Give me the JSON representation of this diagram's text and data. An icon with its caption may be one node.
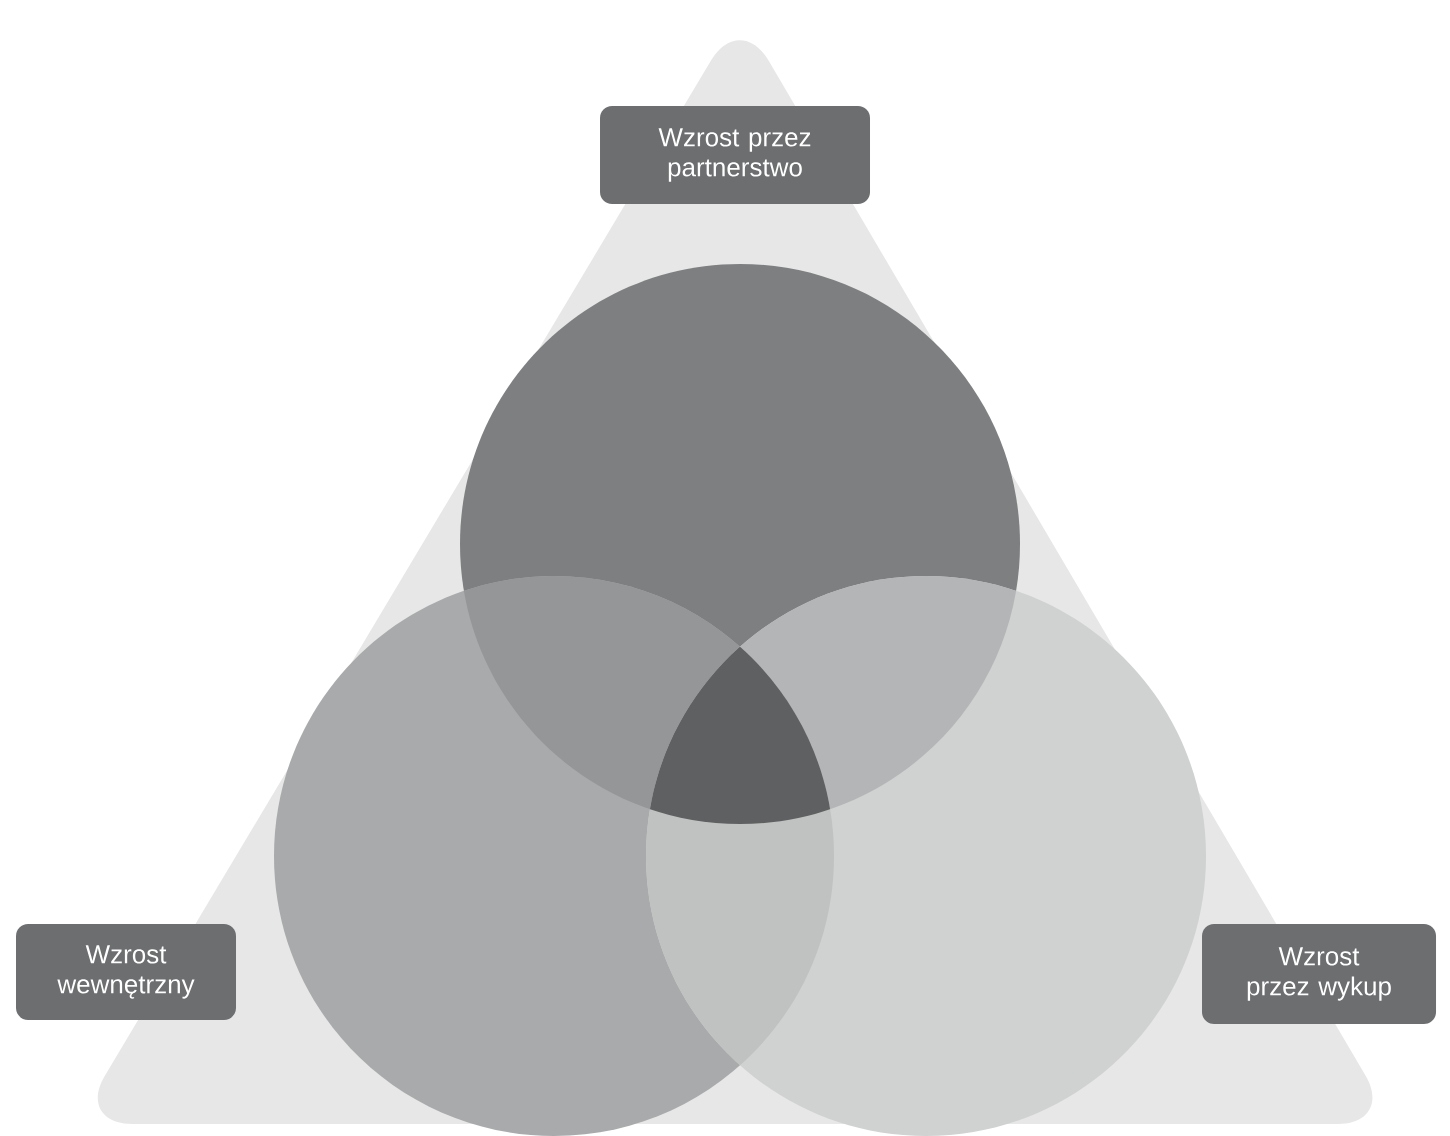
{
  "diagram": {
    "nodes": [
      {
        "text": [
          "Wzrost przez partnerstwo"
        ]
      },
      {
        "text": [
          "Wzrost wewnętrzny"
        ]
      },
      {
        "text": [
          "Wzrost przez wykup"
        ]
      }
    ]
  }
}
